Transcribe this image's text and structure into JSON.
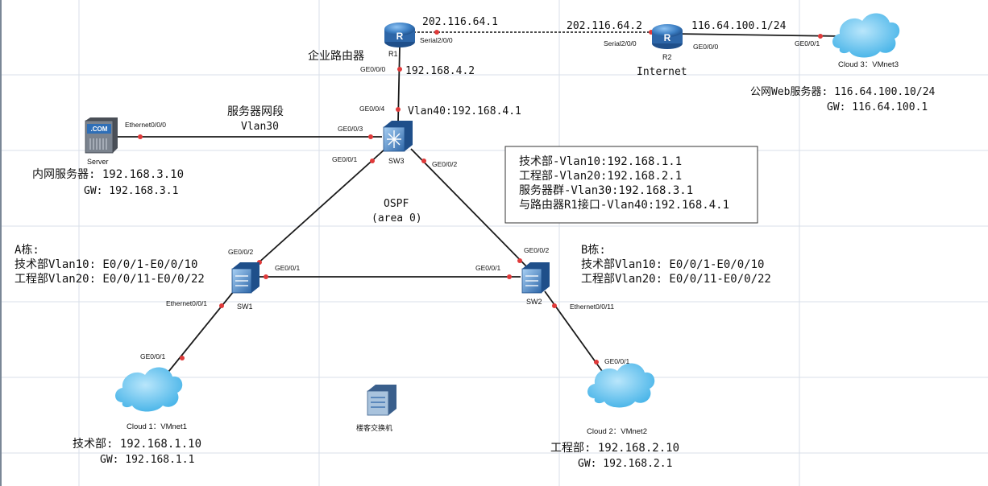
{
  "devices": {
    "r1": {
      "name": "R1",
      "caption": "企业路由器"
    },
    "r2": {
      "name": "R2",
      "caption": "Internet"
    },
    "sw3": {
      "name": "SW3"
    },
    "sw1": {
      "name": "SW1"
    },
    "sw2": {
      "name": "SW2"
    },
    "server": {
      "name": "Server",
      "icon_text": ".COM"
    },
    "standalone_switch": {
      "name": "楼客交换机"
    },
    "cloud1": {
      "name": "Cloud 1：VMnet1"
    },
    "cloud2": {
      "name": "Cloud 2：VMnet2"
    },
    "cloud3": {
      "name": "Cloud 3：VMnet3"
    }
  },
  "ports": {
    "r1_serial": "Serial2/0/0",
    "r2_serial": "Serial2/0/0",
    "r2_ge": "GE0/0/0",
    "cloud3_ge": "GE0/0/1",
    "r1_ge": "GE0/0/0",
    "sw3_ge4": "GE0/0/4",
    "sw3_ge3": "GE0/0/3",
    "server_eth": "Ethernet0/0/0",
    "sw3_ge1": "GE0/0/1",
    "sw3_ge2": "GE0/0/2",
    "sw1_ge2": "GE0/0/2",
    "sw1_ge1": "GE0/0/1",
    "sw2_ge1": "GE0/0/1",
    "sw2_ge2": "GE0/0/2",
    "sw1_eth": "Ethernet0/0/1",
    "cloud1_ge": "GE0/0/1",
    "sw2_eth": "Ethernet0/0/11",
    "cloud2_ge": "GE0/0/1"
  },
  "addresses": {
    "r1_serial_ip": "202.116.64.1",
    "r2_serial_ip": "202.116.64.2",
    "r2_ge_ip": "116.64.100.1/24",
    "r1_ge_ip": "192.168.4.2",
    "sw3_vlan40": "Vlan40:192.168.4.1",
    "web_server": "公网Web服务器: 116.64.100.10/24",
    "web_gw": "GW: 116.64.100.1",
    "server_segment": "服务器网段",
    "server_vlan": "Vlan30",
    "intranet_server": "内网服务器: 192.168.3.10",
    "intranet_gw": "GW: 192.168.3.1",
    "ospf": "OSPF",
    "area": "(area 0)"
  },
  "vlan_box": {
    "lines": [
      "技术部-Vlan10:192.168.1.1",
      "工程部-Vlan20:192.168.2.1",
      "服务器群-Vlan30:192.168.3.1",
      "与路由器R1接口-Vlan40:192.168.4.1"
    ]
  },
  "building_a": {
    "title": "A栋:",
    "line1": "技术部Vlan10: E0/0/1-E0/0/10",
    "line2": "工程部Vlan20: E0/0/11-E0/0/22"
  },
  "building_b": {
    "title": "B栋:",
    "line1": "技术部Vlan10: E0/0/1-E0/0/10",
    "line2": "工程部Vlan20: E0/0/11-E0/0/22"
  },
  "tech_dept": {
    "ip": "技术部: 192.168.1.10",
    "gw": "GW: 192.168.1.1"
  },
  "eng_dept": {
    "ip": "工程部: 192.168.2.10",
    "gw": "GW: 192.168.2.1"
  },
  "colors": {
    "router": "#2f6fb7",
    "switch": "#3b73b5",
    "cloud": "#5fc0ec",
    "port_dot": "#e03a3a",
    "grid": "#d8dfe8"
  }
}
